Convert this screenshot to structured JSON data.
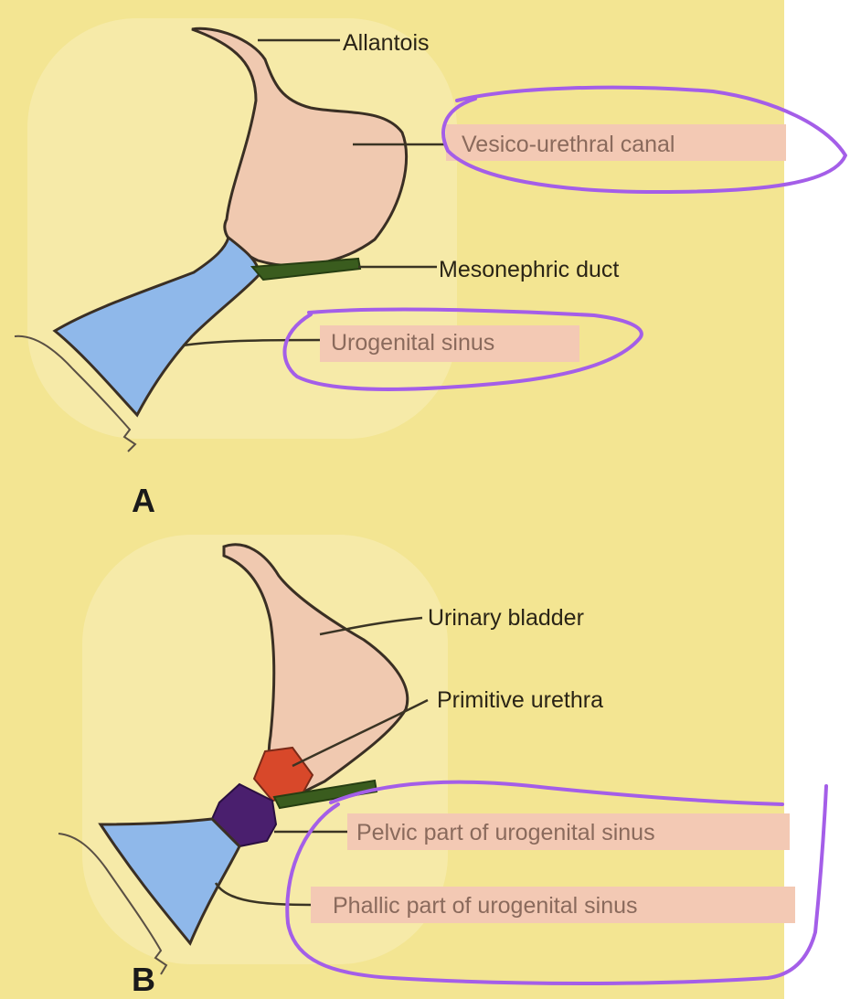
{
  "panels": [
    {
      "letter": "A",
      "labels": {
        "allantois": "Allantois",
        "vesico_urethral_canal": "Vesico-urethral canal",
        "mesonephric_duct": "Mesonephric duct",
        "urogenital_sinus": "Urogenital sinus"
      }
    },
    {
      "letter": "B",
      "labels": {
        "urinary_bladder": "Urinary bladder",
        "primitive_urethra": "Primitive urethra",
        "pelvic_part": "Pelvic part of urogenital sinus",
        "phallic_part": "Phallic part of urogenital sinus"
      }
    }
  ],
  "colors": {
    "background": "#f3e592",
    "bladder_pink": "#f0c9b0",
    "sinus_blue": "#8fb8ea",
    "duct_green": "#3a5c1e",
    "urethra_red": "#d8482a",
    "pelvic_purple": "#4a1f6e",
    "highlight_box": "#f3c9b4",
    "annotation_purple": "#a45ee8"
  }
}
